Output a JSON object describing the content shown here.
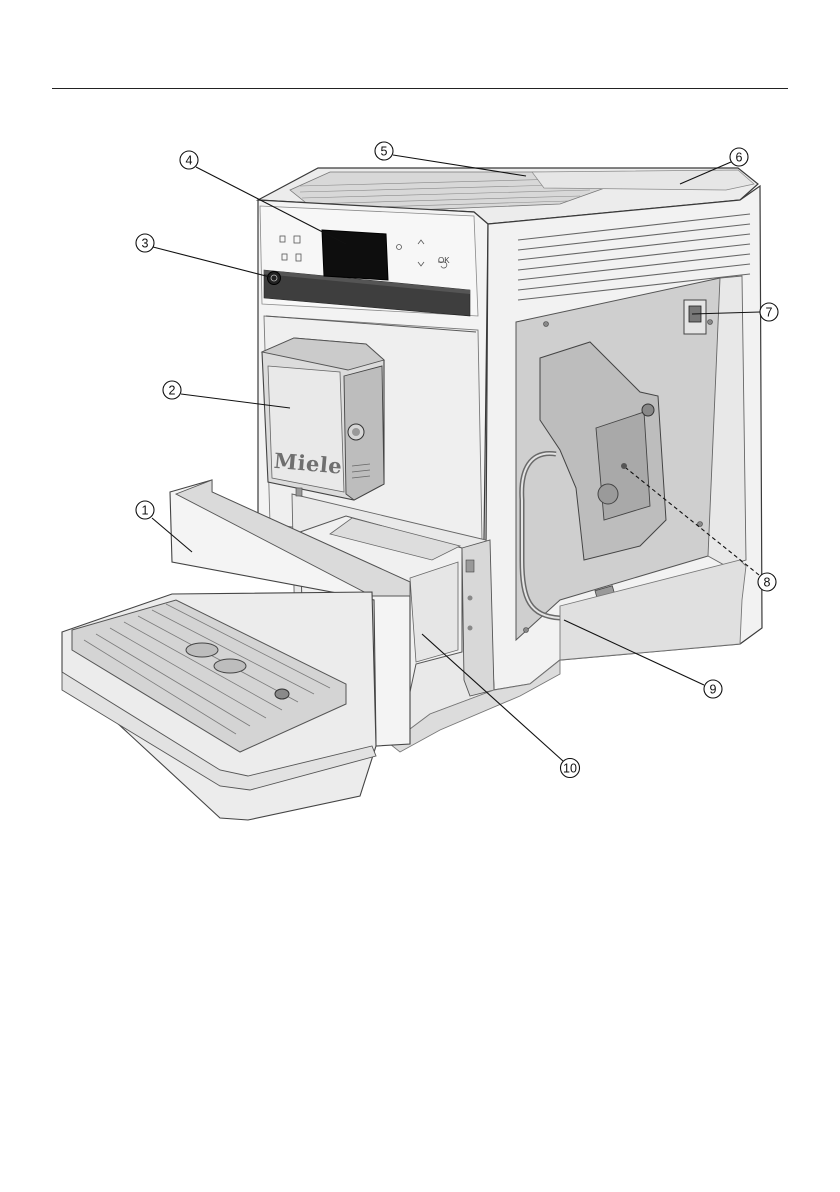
{
  "figure": {
    "brand_logo": "Miele",
    "display_labels": {
      "ok": "OK"
    }
  },
  "callouts": [
    {
      "number": "1"
    },
    {
      "number": "2"
    },
    {
      "number": "3"
    },
    {
      "number": "4"
    },
    {
      "number": "5"
    },
    {
      "number": "6"
    },
    {
      "number": "7"
    },
    {
      "number": "8"
    },
    {
      "number": "9"
    },
    {
      "number": "10"
    }
  ],
  "colors": {
    "outline": "#3a3a3a",
    "housing": "#f1f1f1",
    "side_panel": "#cdcdcd",
    "display": "#111111",
    "trim": "#e2e2e2"
  }
}
